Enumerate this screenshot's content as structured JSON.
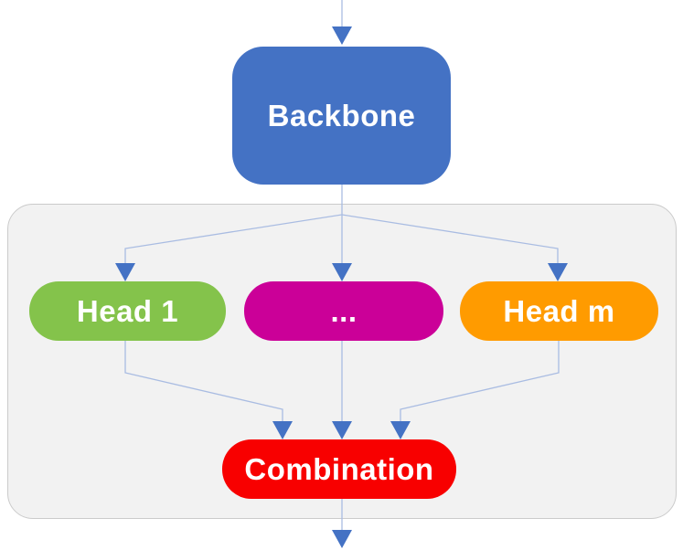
{
  "diagram": {
    "background": "#ffffff",
    "text_color": "#ffffff",
    "group_box": {
      "fill": "#f2f2f2",
      "border_color": "#cbcbcb"
    },
    "connector": {
      "line_color": "#a9bce2",
      "arrow_color": "#4472c4"
    },
    "nodes": {
      "backbone": {
        "label": "Backbone",
        "color": "#4472c4"
      },
      "head1": {
        "label": "Head 1",
        "color": "#84c34b"
      },
      "ellipsis": {
        "label": "...",
        "color": "#cb0098"
      },
      "headm": {
        "label": "Head m",
        "color": "#ff9b00"
      },
      "combination": {
        "label": "Combination",
        "color": "#f80000"
      }
    }
  }
}
